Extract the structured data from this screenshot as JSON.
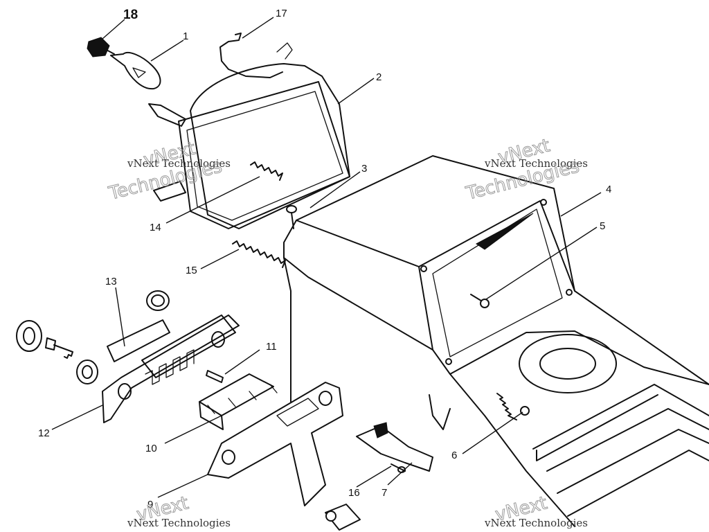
{
  "callouts": {
    "c1": "1",
    "c2": "2",
    "c3": "3",
    "c4": "4",
    "c5": "5",
    "c6": "6",
    "c7": "7",
    "c9": "9",
    "c10": "10",
    "c11": "11",
    "c12": "12",
    "c13": "13",
    "c14": "14",
    "c15": "15",
    "c16": "16",
    "c17": "17",
    "c18": "18"
  },
  "watermarks": {
    "line1": "vNext Technologies",
    "line2": "vNext",
    "line3": "Technologies"
  }
}
